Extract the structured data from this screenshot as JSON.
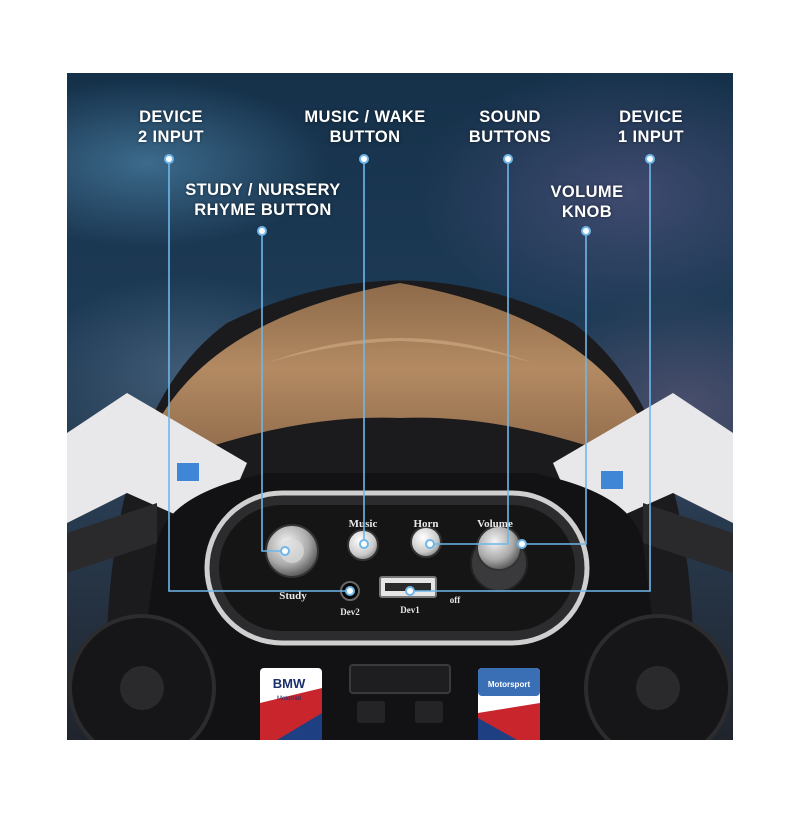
{
  "callouts": {
    "device2": {
      "line1": "DEVICE",
      "line2": "2 INPUT"
    },
    "music": {
      "line1": "MUSIC / WAKE",
      "line2": "BUTTON"
    },
    "sound": {
      "line1": "SOUND",
      "line2": "BUTTONS"
    },
    "device1": {
      "line1": "DEVICE",
      "line2": "1 INPUT"
    },
    "study": {
      "line1": "STUDY / NURSERY",
      "line2": "RHYME BUTTON"
    },
    "volume": {
      "line1": "VOLUME",
      "line2": "KNOB"
    }
  },
  "panel_labels": {
    "music": "Music",
    "horn": "Horn",
    "volume": "Volume",
    "study": "Study",
    "dev2": "Dev2",
    "dev1": "Dev1",
    "off": "off"
  },
  "badges": {
    "left_brand": "BMW",
    "left_sub": "Motorrad",
    "right_brand": "Motorsport"
  },
  "colors": {
    "callout_line": "#6fb7ea",
    "windshield": "#a9825d",
    "bmw_blue": "#3b6fb5",
    "stripe_red": "#c8262c"
  }
}
